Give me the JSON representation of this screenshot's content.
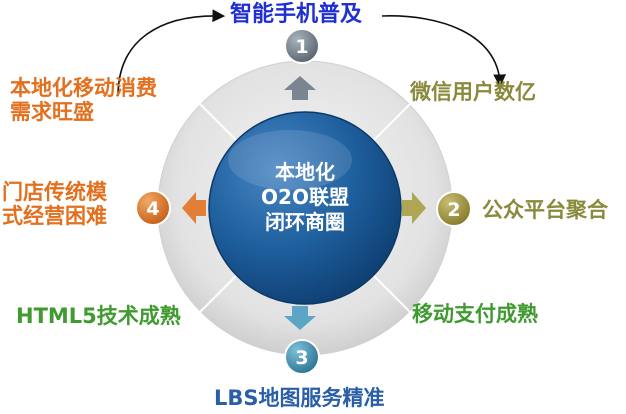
{
  "top_label": "智能手机普及",
  "right_top_label": "微信用户数亿",
  "right_mid_label": "公众平台聚合",
  "right_bottom_label": "移动支付成熟",
  "bottom_label": "LBS地图服务精准",
  "left_bottom_label": "HTML5技术成熟",
  "left_mid_label": [
    "门店传统模",
    "式经营困难"
  ],
  "left_top_label": [
    "本地化移动消费",
    "需求旺盛"
  ],
  "center": [
    "本地化",
    "O2O联盟",
    "闭环商圈"
  ],
  "badges": [
    "1",
    "2",
    "3",
    "4"
  ],
  "colors": {
    "ring": "#e4e4e4",
    "center": "#1e5f9e",
    "badge_gray": "#6f7a86",
    "badge_olive": "#9b8e3c",
    "badge_teal": "#3f8aa8",
    "badge_orange": "#d7772b"
  }
}
